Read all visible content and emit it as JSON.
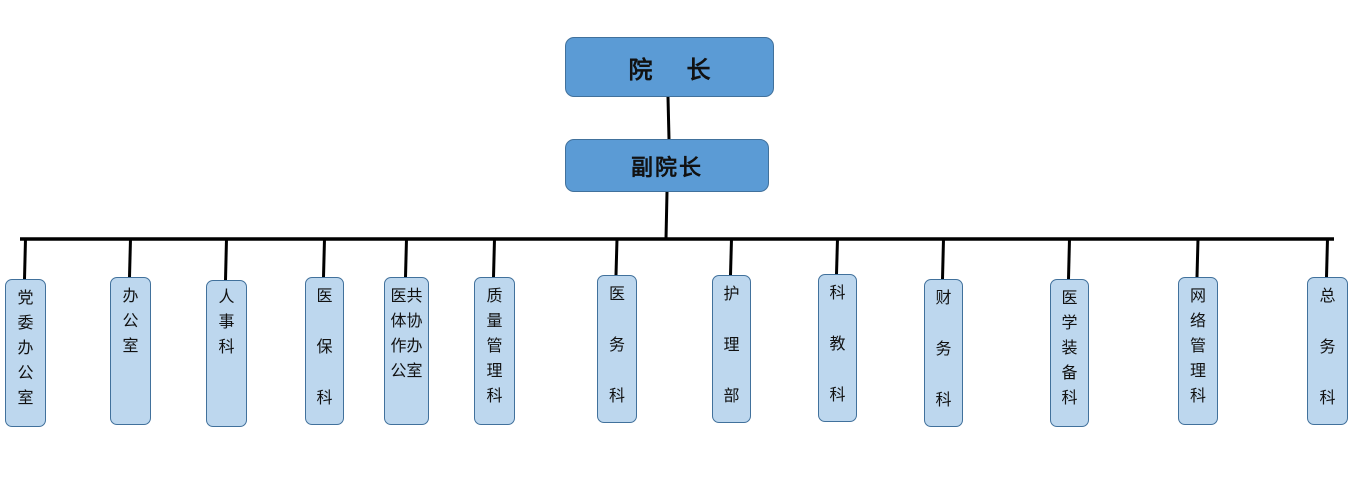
{
  "president": "院长",
  "vice_president": "副院长",
  "departments": [
    {
      "label": "党委办公室"
    },
    {
      "label": "办公室"
    },
    {
      "label": "人事科"
    },
    {
      "label": "医保科"
    },
    {
      "label": "医共体协作办公室"
    },
    {
      "label": "质量管理科"
    },
    {
      "label": "医务科"
    },
    {
      "label": "护理部"
    },
    {
      "label": "科教科"
    },
    {
      "label": "财务科"
    },
    {
      "label": "医学装备科"
    },
    {
      "label": "网络管理科"
    },
    {
      "label": "总务科"
    }
  ],
  "colors": {
    "top_fill": "#5b9bd5",
    "dept_fill": "#bdd7ee",
    "border": "#41719c",
    "connector": "#000000"
  }
}
